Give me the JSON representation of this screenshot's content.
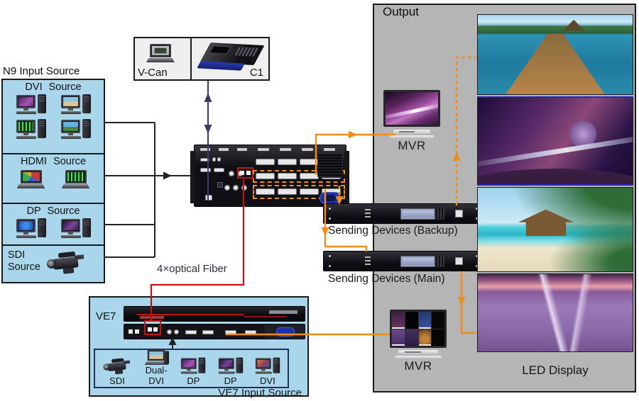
{
  "colors": {
    "panel_blue": "#a9d6ea",
    "panel_gray": "#b5b5b5",
    "accent_orange": "#ef8c1e",
    "accent_red": "#cc1212",
    "accent_navy": "#3b3b6a",
    "line_black": "#222222"
  },
  "left_panel": {
    "title": "N9 Input Source",
    "sections": [
      {
        "title": "DVI Source"
      },
      {
        "title": "HDMI Source"
      },
      {
        "title": "DP Source"
      },
      {
        "title": "SDI Source"
      }
    ]
  },
  "control_box": {
    "items": [
      {
        "label": "V-Can"
      },
      {
        "label": "C1"
      }
    ]
  },
  "fiber_label": "4×optical Fiber",
  "output_panel": {
    "title": "Output",
    "mvr_top_label": "MVR",
    "mvr_bottom_label": "MVR",
    "sending_backup_label": "Sending Devices (Backup)",
    "sending_main_label": "Sending Devices (Main)",
    "led_label": "LED Display"
  },
  "ve7_panel": {
    "title": "VE7",
    "inner_title": "VE7 Input Source",
    "inputs": [
      {
        "label": "SDI"
      },
      {
        "label": "Dual-DVI"
      },
      {
        "label": "DP"
      },
      {
        "label": "DP"
      },
      {
        "label": "DVI"
      }
    ]
  }
}
